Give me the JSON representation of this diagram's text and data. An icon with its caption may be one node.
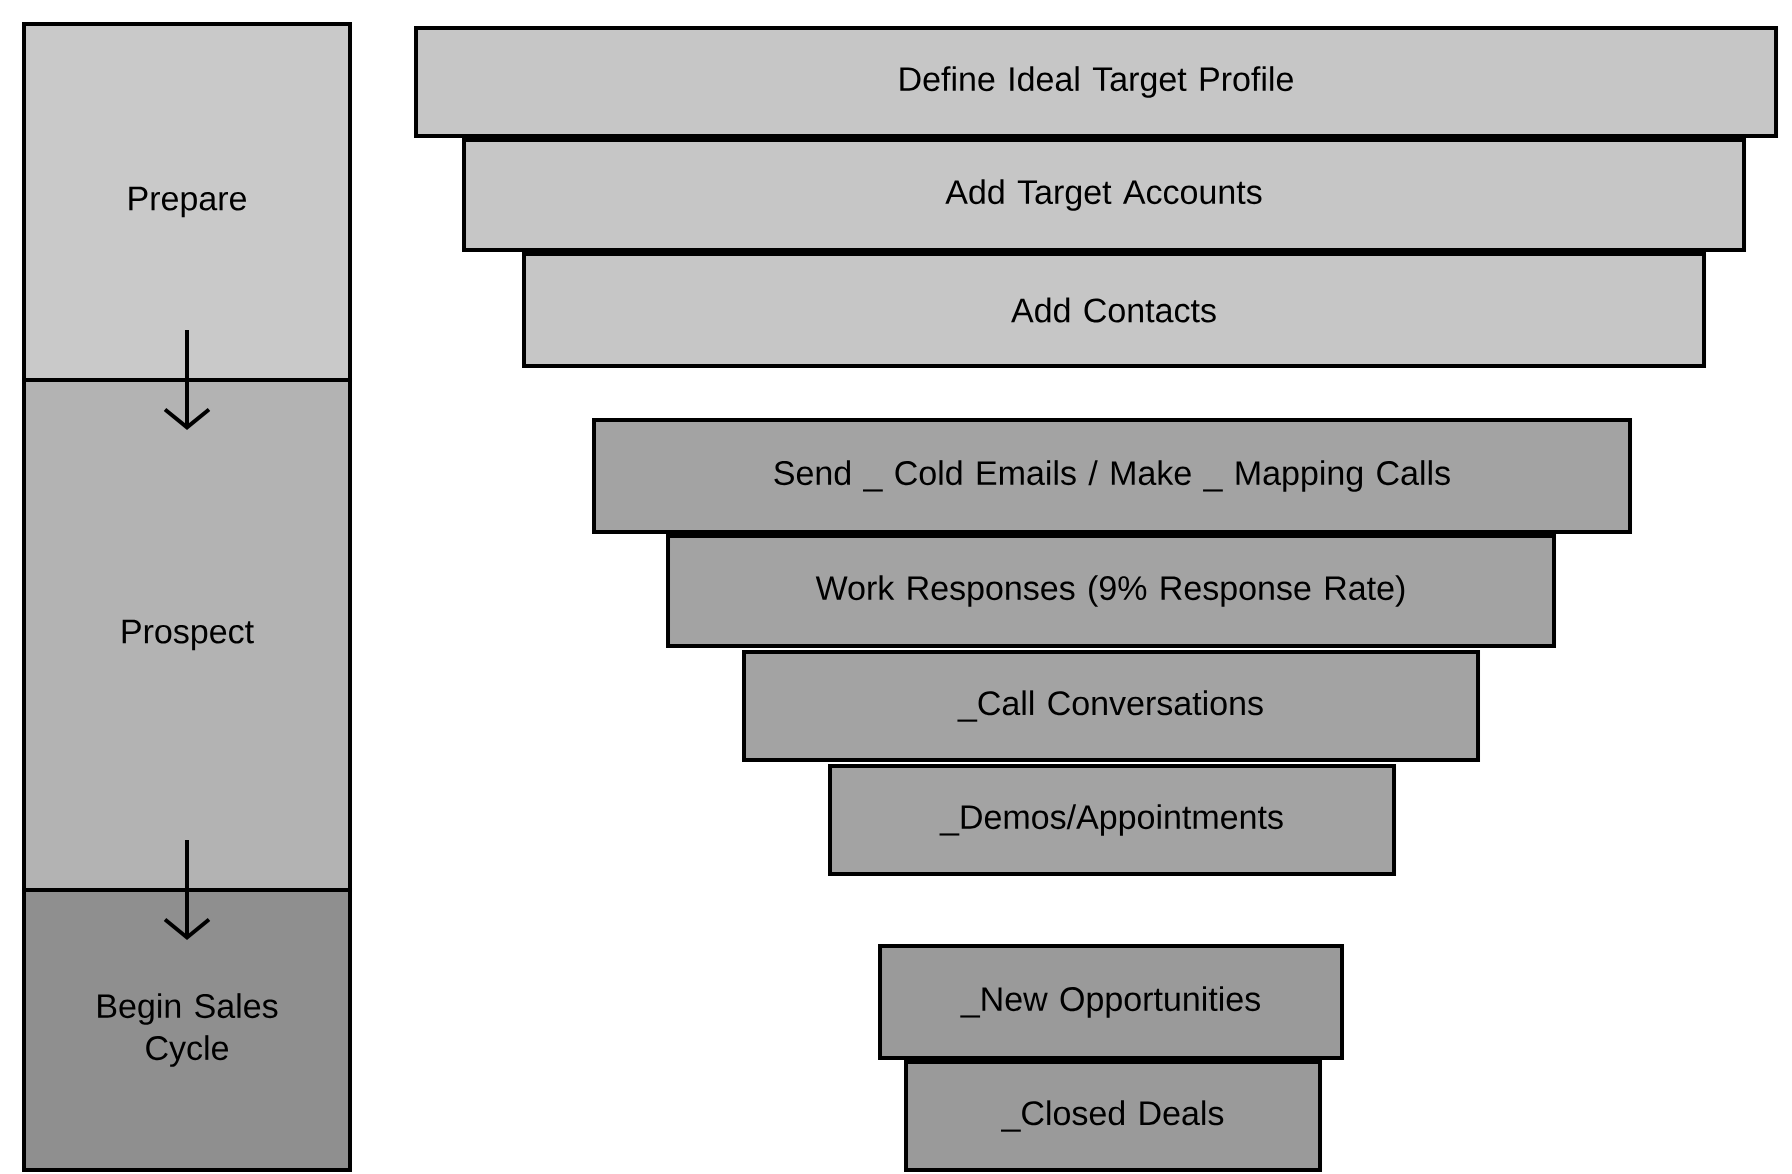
{
  "diagram": {
    "nodes": [
      {
        "text": [
          "Prepare"
        ]
      },
      {
        "text": [
          "Prospect"
        ]
      },
      {
        "text": [
          "Begin Sales Cycle"
        ]
      },
      {
        "text": [
          "Define Ideal Target Profile"
        ]
      },
      {
        "text": [
          "Add Target Accounts"
        ]
      },
      {
        "text": [
          "Add Contacts"
        ]
      },
      {
        "text": [
          "Send _ Cold Emails / Make _ Mapping Calls"
        ]
      },
      {
        "text": [
          "Work Responses (9% Response Rate)"
        ]
      },
      {
        "text": [
          "_Call Conversations"
        ]
      },
      {
        "text": [
          "_Demos/Appointments"
        ]
      },
      {
        "text": [
          "_New Opportunities"
        ]
      },
      {
        "text": [
          "_Closed Deals"
        ]
      }
    ],
    "edges": [
      {
        "from": 0,
        "to": 1,
        "arrow": "to"
      },
      {
        "from": 1,
        "to": 2,
        "arrow": "to"
      }
    ]
  }
}
